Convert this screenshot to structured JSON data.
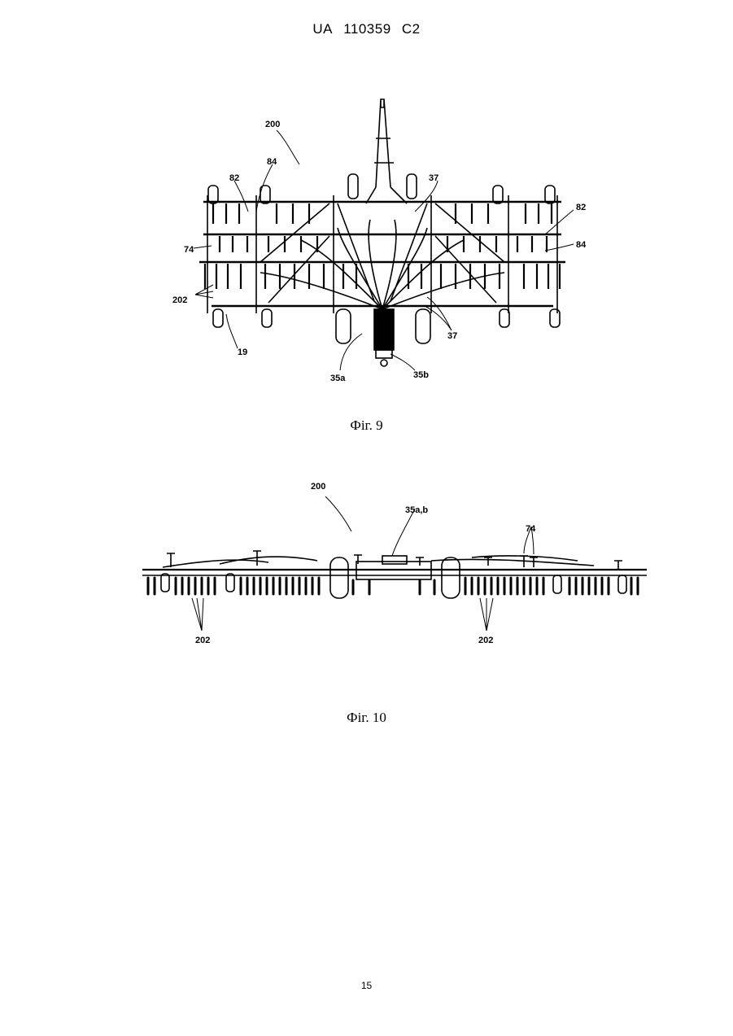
{
  "header": {
    "country": "UA",
    "number": "110359",
    "kind": "C2"
  },
  "figure9": {
    "caption": "Фіг. 9",
    "labels": {
      "l200": "200",
      "l84a": "84",
      "l82a": "82",
      "l37a": "37",
      "l82b": "82",
      "l74": "74",
      "l84b": "84",
      "l202": "202",
      "l19": "19",
      "l37b": "37",
      "l35a": "35a",
      "l35b": "35b"
    }
  },
  "figure10": {
    "caption": "Фіг. 10",
    "labels": {
      "l200": "200",
      "l35ab": "35a,b",
      "l74": "74",
      "l202a": "202",
      "l202b": "202"
    }
  },
  "page_number": "15"
}
